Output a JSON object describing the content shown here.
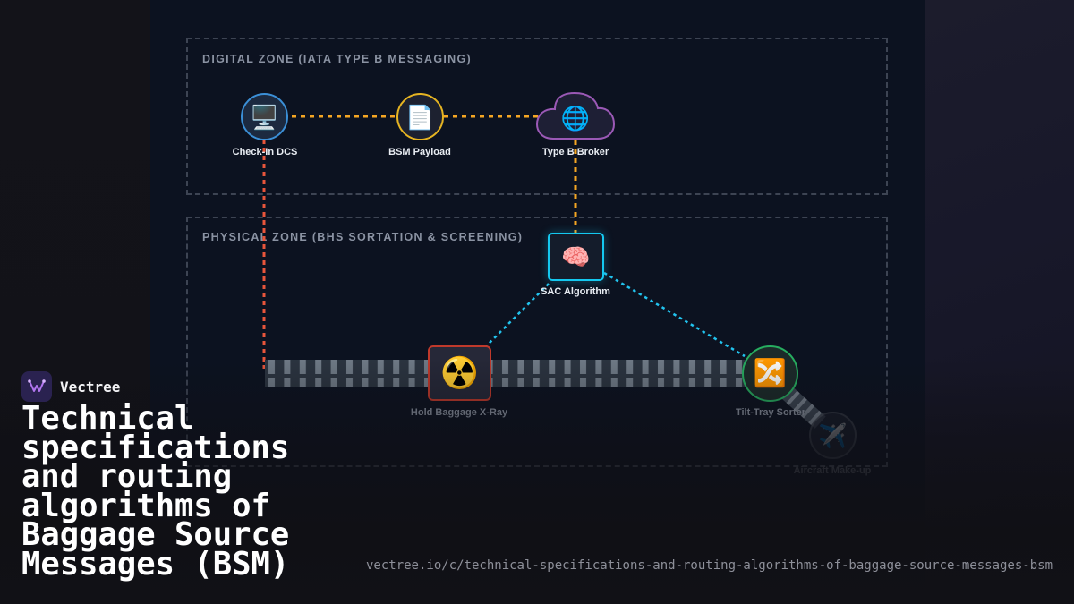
{
  "zones": {
    "digital": "DIGITAL ZONE (IATA TYPE B MESSAGING)",
    "physical": "PHYSICAL ZONE (BHS SORTATION & SCREENING)"
  },
  "nodes": {
    "checkin": {
      "label": "Check-In DCS",
      "icon": "desktop-computer-icon",
      "glyph": "🖥️"
    },
    "bsm": {
      "label": "BSM Payload",
      "icon": "document-icon",
      "glyph": "📄"
    },
    "broker": {
      "label": "Type B Broker",
      "icon": "globe-icon",
      "glyph": "🌐"
    },
    "sac": {
      "label": "SAC Algorithm",
      "icon": "brain-icon",
      "glyph": "🧠"
    },
    "xray": {
      "label": "Hold Baggage X-Ray",
      "icon": "radioactive-icon",
      "glyph": "☢️"
    },
    "sorter": {
      "label": "Tilt-Tray Sorter",
      "icon": "shuffle-icon",
      "glyph": "🔀"
    },
    "aircraft": {
      "label": "Aircraft Make-up",
      "icon": "airplane-icon",
      "glyph": "✈️"
    }
  },
  "colors": {
    "digital_link": "#f5a623",
    "checkin_link": "#e8553b",
    "sac_link": "#22c3ee",
    "checkin_ring": "#3b8fd6",
    "bsm_ring": "#e6b422",
    "broker_outline": "#9b59b6",
    "sac_border": "#14c8f0",
    "xray_border": "#c0392b",
    "sorter_ring": "#27ae60"
  },
  "brand": {
    "name": "Vectree"
  },
  "headline": "Technical specifications and routing algorithms of Baggage Source Messages (BSM)",
  "url": "vectree.io/c/technical-specifications-and-routing-algorithms-of-baggage-source-messages-bsm"
}
